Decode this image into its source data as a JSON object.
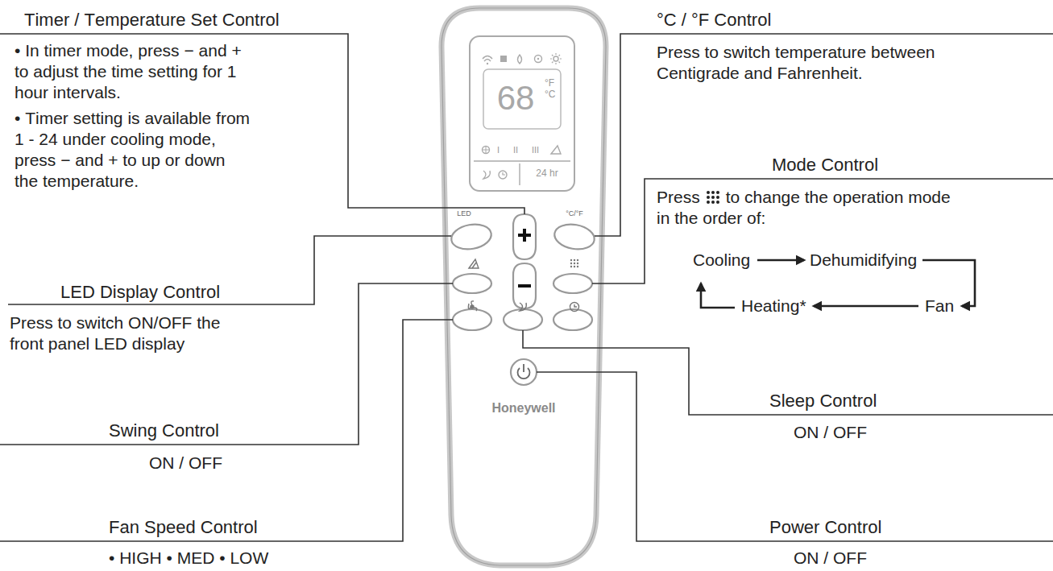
{
  "diagram": {
    "labels": [
      "Timer / Temperature Set Control",
      "• In timer mode, press − and + to adjust the time setting for 1 hour intervals.",
      "• Timer setting is available from 1 - 24 under cooling mode, press − and + to up or down the temperature.",
      "°C / °F Control",
      "Press to switch temperature between Centigrade and Fahrenheit.",
      "Mode Control",
      "Press",
      "to change the operation mode in the order of:",
      "Cooling",
      "Dehumidifying",
      "Heating*",
      "Fan",
      "LED Display Control",
      "Press to switch ON/OFF the front panel LED display",
      "Swing Control",
      "ON / OFF",
      "Fan Speed Control",
      "• HIGH • MED • LOW",
      "Sleep Control",
      "ON / OFF",
      "Power Control",
      "ON / OFF",
      "68",
      "°F",
      "°C",
      "24 hr",
      "I",
      "II",
      "III",
      "LED",
      "°C/°F",
      "Honeywell"
    ]
  }
}
